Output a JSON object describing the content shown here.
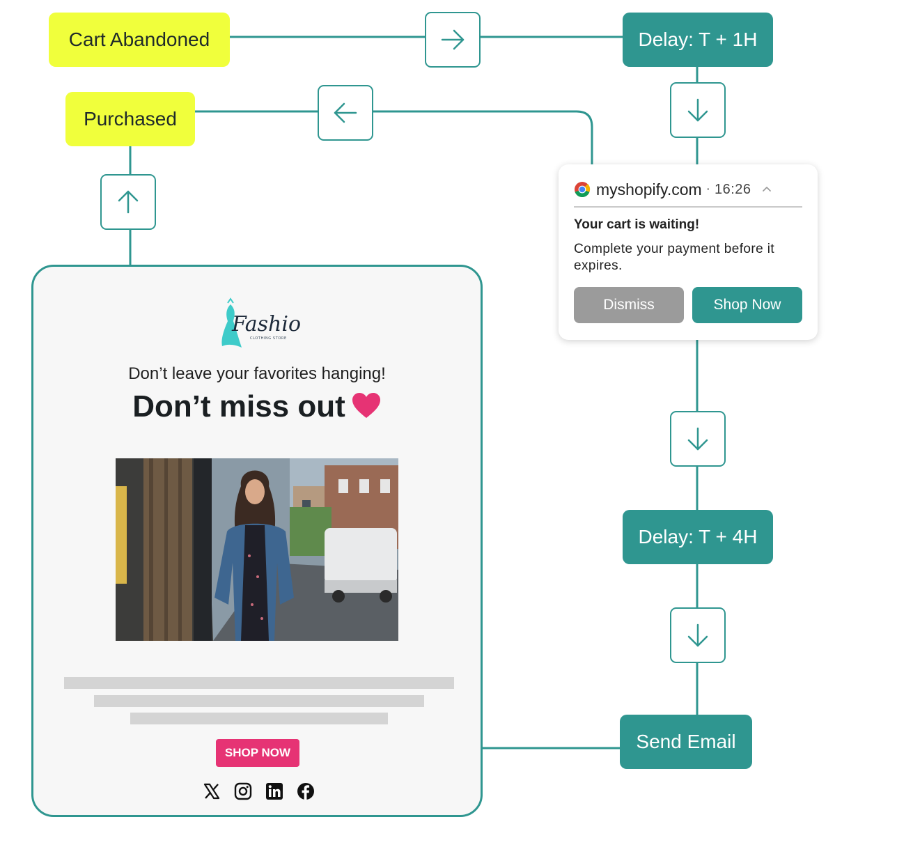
{
  "nodes": {
    "cart_abandoned": "Cart Abandoned",
    "purchased": "Purchased",
    "delay_1h": "Delay: T + 1H",
    "delay_4h": "Delay: T + 4H",
    "send_email": "Send Email"
  },
  "notification": {
    "domain": "myshopify.com",
    "separator": "·",
    "time": "16:26",
    "title": "Your cart is waiting!",
    "body": "Complete your payment before it expires.",
    "dismiss_label": "Dismiss",
    "shop_label": "Shop Now"
  },
  "email": {
    "logo_text": "Fashion",
    "logo_tagline": "CLOTHING STORE",
    "subheading": "Don’t leave your favorites hanging!",
    "heading": "Don’t miss out",
    "cta_label": "SHOP NOW",
    "social_icons": [
      "x-icon",
      "instagram-icon",
      "linkedin-icon",
      "facebook-icon"
    ]
  },
  "colors": {
    "teal": "#2f9690",
    "yellow": "#f0ff3c",
    "pink": "#e63374"
  }
}
